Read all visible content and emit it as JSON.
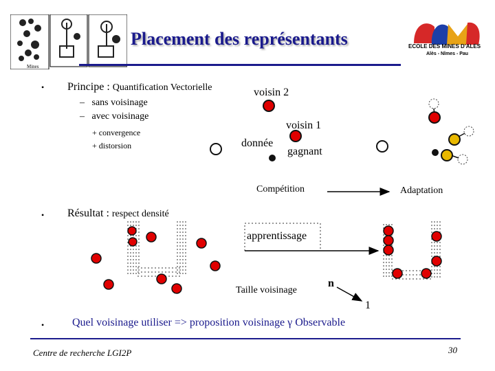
{
  "slide": {
    "title": "Placement des représentants",
    "logo_left_label": "Mines",
    "logo_right_line1": "ECOLE DES MINES D'ALES",
    "logo_right_line2": "Alès - Nîmes - Pau",
    "bullet_symbol": "•",
    "section1": {
      "heading_bold": "Principe :",
      "heading_rest": "Quantification Vectorielle",
      "items": [
        {
          "dash": "–",
          "text": "sans voisinage"
        },
        {
          "dash": "–",
          "text": "avec voisinage"
        }
      ],
      "subitems": [
        "+ convergence",
        "+ distorsion"
      ]
    },
    "diagram_top": {
      "voisin2": "voisin 2",
      "voisin1": "voisin 1",
      "donnee": "donnée",
      "gagnant": "gagnant",
      "competition": "Compétition",
      "adaptation": "Adaptation"
    },
    "section2": {
      "heading_bold": "Résultat :",
      "heading_rest": "respect densité"
    },
    "diagram_bottom": {
      "apprentissage": "apprentissage",
      "taille": "Taille voisinage",
      "n": "n",
      "one": "1"
    },
    "section3": {
      "text": "Quel voisinage utiliser => proposition voisinage γ Observable"
    },
    "footer": "Centre de recherche  LGI2P",
    "page_number": "30"
  },
  "colors": {
    "title": "#1a1a8c",
    "neuron_fill": "#e00000",
    "neuron_stroke": "#1a1a1a"
  }
}
